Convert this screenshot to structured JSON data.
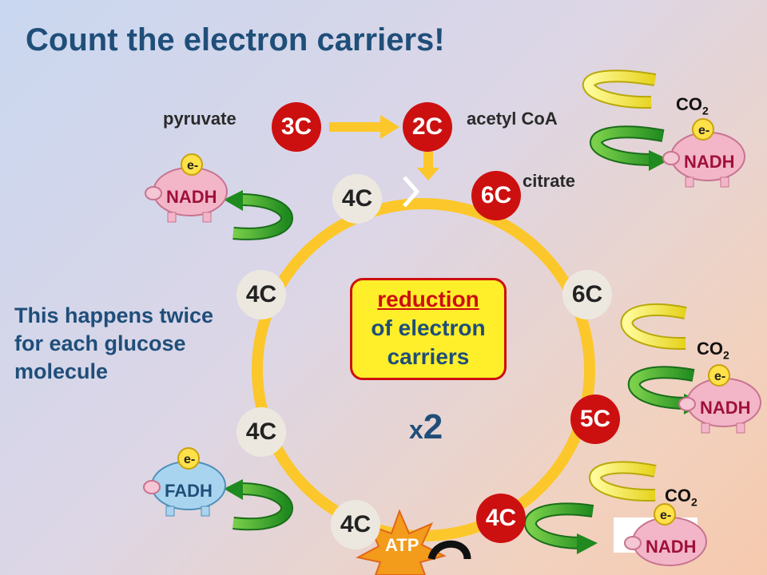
{
  "title": "Count the electron carriers!",
  "labels": {
    "pyruvate": "pyruvate",
    "acetyl_coa": "acetyl CoA",
    "citrate": "citrate",
    "co2": "CO",
    "co2_sub": "2"
  },
  "side_text": "This happens twice for each glucose molecule",
  "center_box": {
    "line1": "reduction",
    "line2": "of electron",
    "line3": "carriers"
  },
  "multiplier": {
    "prefix": "x",
    "value": "2"
  },
  "nodes": {
    "pyruvate": "3C",
    "acetyl": "2C",
    "citrate": "6C",
    "right_upper": "6C",
    "right_lower": "5C",
    "bottom_right": "4C",
    "bottom": "4C",
    "left_lower": "4C",
    "left_mid": "4C",
    "top_left": "4C"
  },
  "carriers": {
    "nadh": "NADH",
    "fadh": "FADH",
    "electron": "e-"
  },
  "atp": "ATP",
  "colors": {
    "red_node": "#cc1010",
    "ring": "#fcc72a",
    "nadh_pig": "#f2b6c8",
    "fadh_pig": "#a9d4ef",
    "box_fill": "#ffef2a",
    "title": "#1f4e79"
  }
}
